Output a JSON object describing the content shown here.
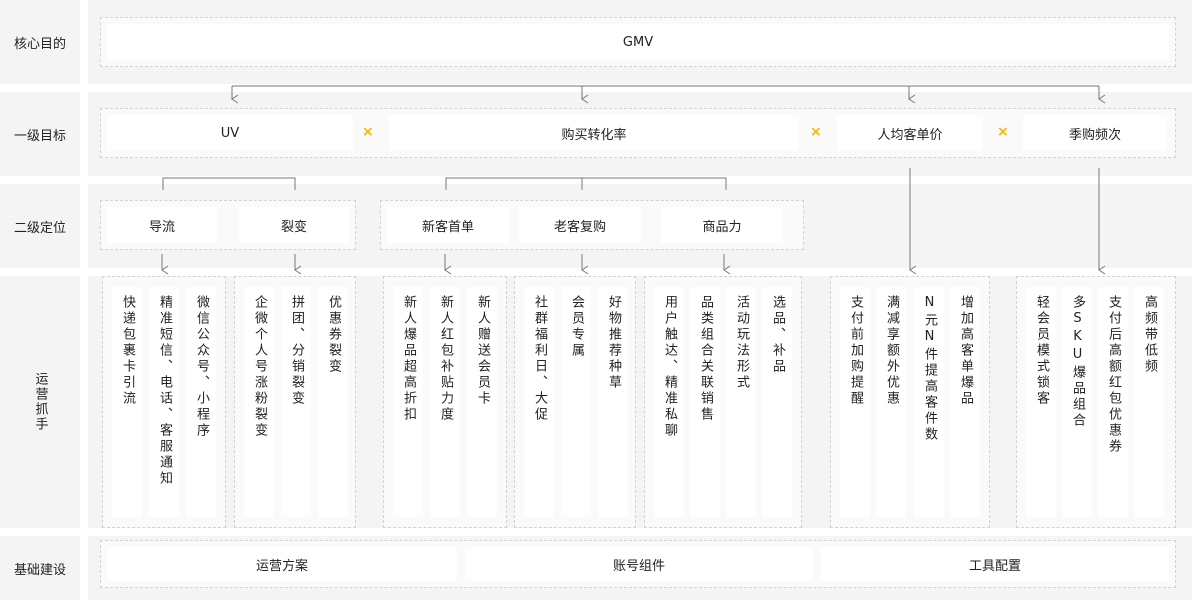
{
  "rows": {
    "core": "核心目的",
    "level1": "一级目标",
    "level2": "二级定位",
    "ops": "运营抓手",
    "base": "基础建设"
  },
  "core": {
    "gmv": "GMV"
  },
  "level1": {
    "uv": "UV",
    "conversion": "购买转化率",
    "arpu": "人均客单价",
    "frequency": "季购频次",
    "times": "×"
  },
  "level2": {
    "traffic": "导流",
    "fission": "裂变",
    "new_first": "新客首单",
    "repurchase": "老客复购",
    "product": "商品力"
  },
  "ops": {
    "traffic": [
      "快递包裹卡引流",
      "精准短信、电话、客服通知",
      "微信公众号、小程序"
    ],
    "fission": [
      "企微个人号涨粉裂变",
      "拼团、分销裂变",
      "优惠券裂变"
    ],
    "new_first": [
      "新人爆品超高折扣",
      "新人红包补贴力度",
      "新人赠送会员卡"
    ],
    "repurchase": [
      "社群福利日、大促",
      "会员专属",
      "好物推荐种草"
    ],
    "product": [
      "用户触达、精准私聊",
      "品类组合关联销售",
      "活动玩法形式",
      "选品、补品"
    ],
    "arpu": [
      "支付前加购提醒",
      "满减享额外优惠",
      "N元N件提高客件数",
      "增加高客单爆品"
    ],
    "frequency": [
      "轻会员模式锁客",
      "多SKU爆品组合",
      "支付后高额红包优惠券",
      "高频带低频"
    ]
  },
  "base": {
    "copy": "运营方案",
    "account": "账号组件",
    "tools": "工具配置"
  }
}
